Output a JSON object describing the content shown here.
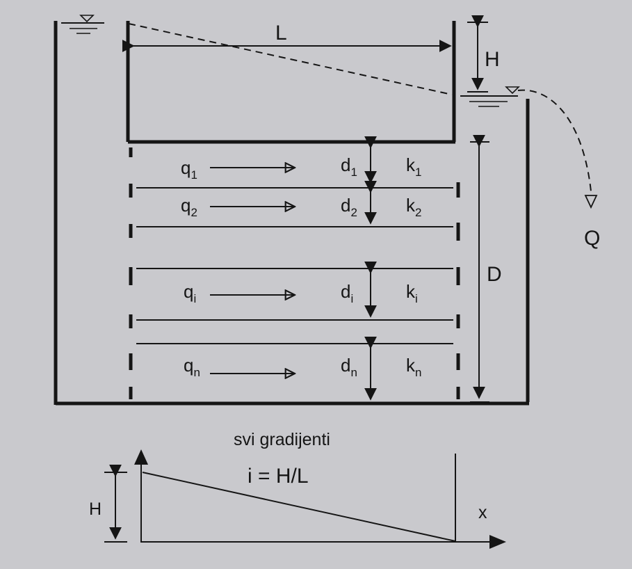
{
  "labels": {
    "L": "L",
    "H_top": "H",
    "D": "D",
    "Q": "Q",
    "x": "x",
    "H_bottom": "H"
  },
  "layers": [
    {
      "q": "q",
      "q_sub": "1",
      "d": "d",
      "d_sub": "1",
      "k": "k",
      "k_sub": "1"
    },
    {
      "q": "q",
      "q_sub": "2",
      "d": "d",
      "d_sub": "2",
      "k": "k",
      "k_sub": "2"
    },
    {
      "q": "q",
      "q_sub": "i",
      "d": "d",
      "d_sub": "i",
      "k": "k",
      "k_sub": "i"
    },
    {
      "q": "q",
      "q_sub": "n",
      "d": "d",
      "d_sub": "n",
      "k": "k",
      "k_sub": "n"
    }
  ],
  "gradient": {
    "caption": "svi gradijenti",
    "formula": "i = H/L"
  },
  "colors": {
    "background": "#c9c9cd",
    "ink": "#151515"
  }
}
